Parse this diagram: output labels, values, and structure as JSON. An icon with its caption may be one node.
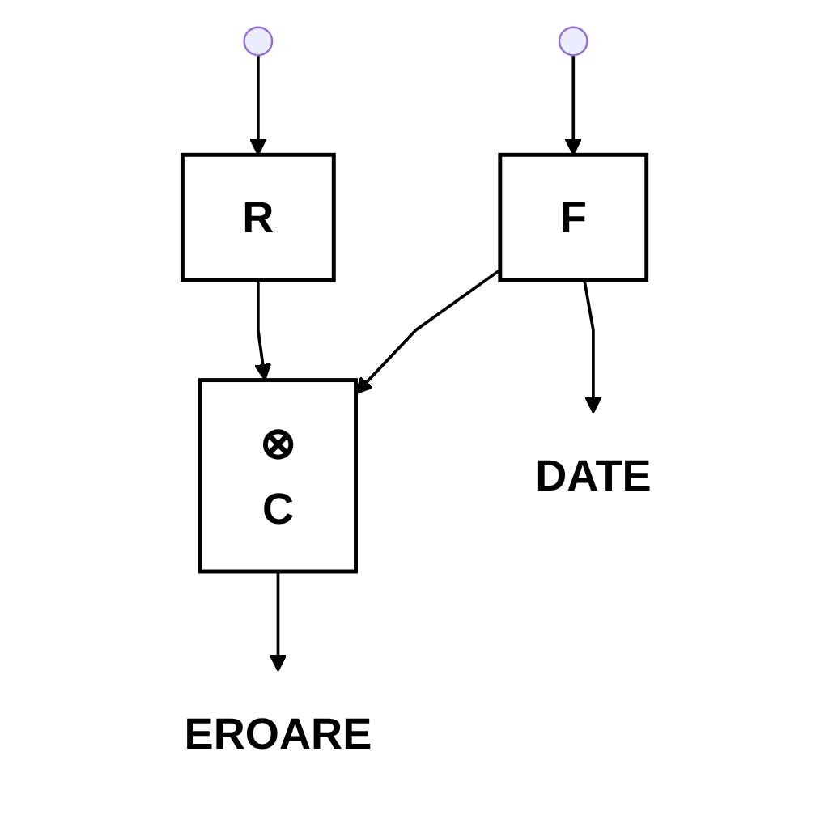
{
  "diagram": {
    "nodes": [
      {
        "text": [
          "R"
        ]
      },
      {
        "text": [
          "F"
        ]
      },
      {
        "text": [
          "⊗",
          "C"
        ]
      },
      {
        "text": [
          "EROARE"
        ]
      },
      {
        "text": [
          "DATE"
        ]
      }
    ],
    "edges": [
      {
        "from": null,
        "to": 0,
        "arrow": "to"
      },
      {
        "from": null,
        "to": 1,
        "arrow": "to"
      },
      {
        "from": 0,
        "to": 2,
        "arrow": "to"
      },
      {
        "from": 1,
        "to": 2,
        "arrow": "to"
      },
      {
        "from": 1,
        "to": 4,
        "arrow": "to"
      },
      {
        "from": 2,
        "to": 3,
        "arrow": "to"
      }
    ]
  }
}
